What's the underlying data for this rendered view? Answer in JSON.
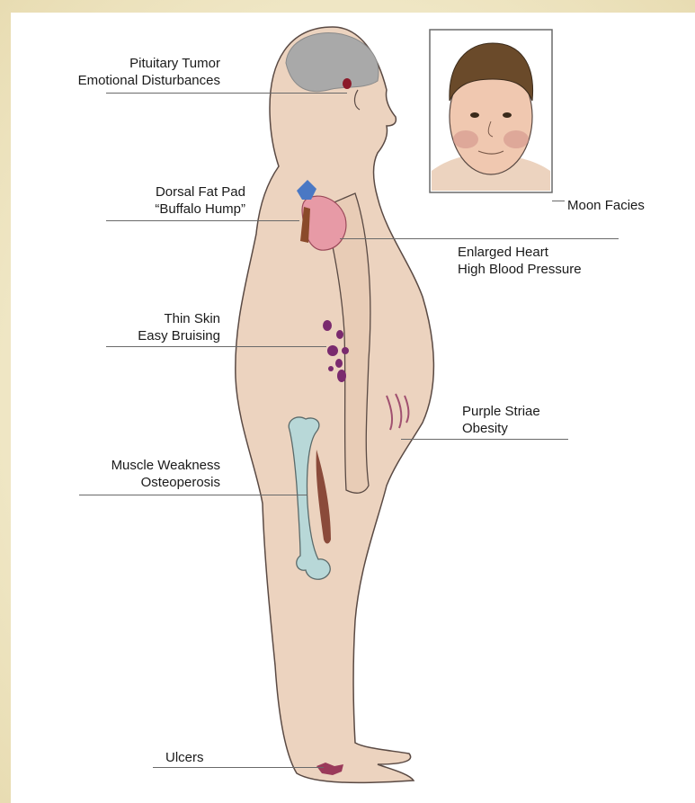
{
  "labels": {
    "pituitary": [
      "Pituitary Tumor",
      "Emotional Disturbances"
    ],
    "dorsal_fat": [
      "Dorsal Fat Pad",
      "“Buffalo Hump”"
    ],
    "skin": [
      "Thin Skin",
      "Easy Bruising"
    ],
    "muscle": [
      "Muscle Weakness",
      "Osteoperosis"
    ],
    "ulcers": [
      "Ulcers"
    ],
    "moon": [
      "Moon Facies"
    ],
    "heart": [
      "Enlarged Heart",
      "High Blood Pressure"
    ],
    "striae": [
      "Purple Striae",
      "Obesity"
    ]
  },
  "colors": {
    "skin": "#ecd3bf",
    "outline": "#5a4a44",
    "brain": "#a9a9a9",
    "heart": "#e79aa6",
    "bone": "#b8d8d8",
    "bruise": "#7a2a6e",
    "background": "#f3ecd0"
  }
}
